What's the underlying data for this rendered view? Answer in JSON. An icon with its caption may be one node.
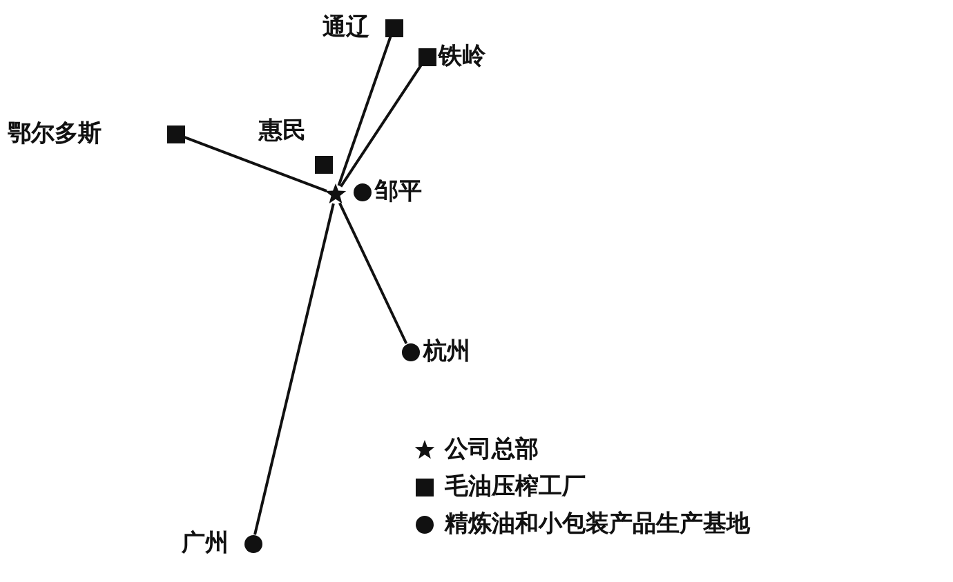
{
  "diagram": {
    "nodes": [
      {
        "text": [],
        "shape": "star"
      },
      {
        "text": [],
        "shape": "box",
        "beside": [
          "通辽"
        ]
      },
      {
        "text": [],
        "shape": "box",
        "beside": [
          "铁岭"
        ]
      },
      {
        "text": [],
        "shape": "box",
        "beside": [
          "鄂尔多斯"
        ]
      },
      {
        "text": [],
        "shape": "box",
        "beside": [
          "惠民"
        ]
      },
      {
        "text": [],
        "shape": "circle",
        "beside": [
          "邹平"
        ]
      },
      {
        "text": [],
        "shape": "circle",
        "beside": [
          "杭州"
        ]
      },
      {
        "text": [],
        "shape": "circle",
        "beside": [
          "广州"
        ]
      }
    ],
    "edges": [
      {
        "from": 0,
        "to": 1,
        "arrow": "none"
      },
      {
        "from": 0,
        "to": 2,
        "arrow": "none"
      },
      {
        "from": 0,
        "to": 3,
        "arrow": "none"
      },
      {
        "from": 0,
        "to": 6,
        "arrow": "none"
      },
      {
        "from": 0,
        "to": 7,
        "arrow": "none"
      }
    ],
    "legend": [
      {
        "text": "公司总部"
      },
      {
        "text": "毛油压榨工厂"
      },
      {
        "text": "精炼油和小包装产品生产基地"
      }
    ]
  }
}
